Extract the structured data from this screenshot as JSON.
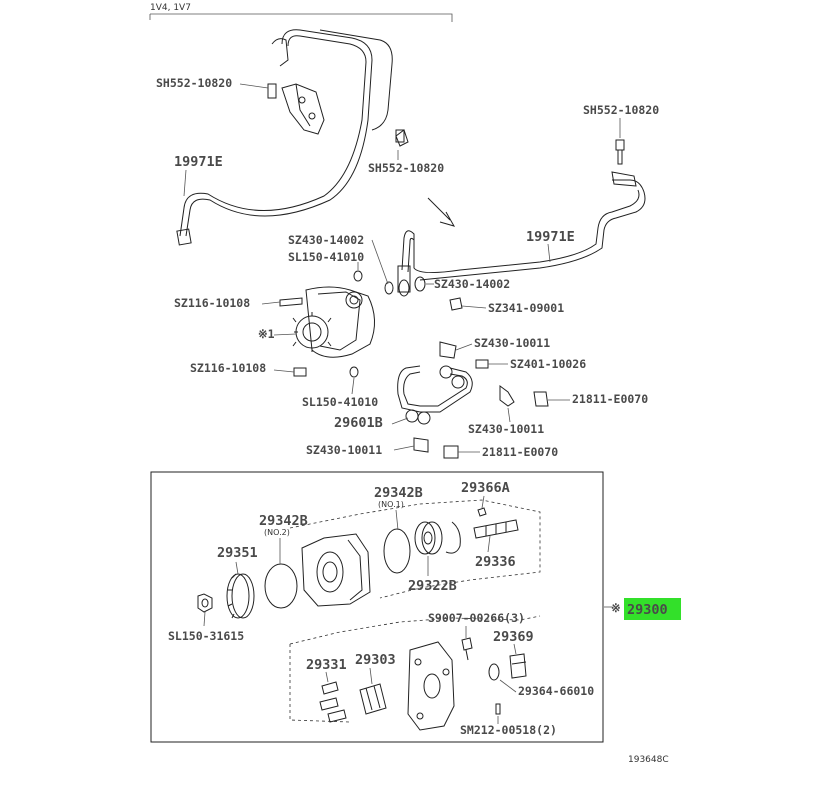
{
  "header": {
    "variant_note": "1V4, 1V7"
  },
  "labels": {
    "sh552_top": "SH552-10820",
    "sh552_mid": "SH552-10820",
    "sh552_right": "SH552-10820",
    "tube_left": "19971E",
    "tube_right": "19971E",
    "sz430_14002_a": "SZ430-14002",
    "sz430_14002_b": "SZ430-14002",
    "sl150_41010_a": "SL150-41010",
    "sl150_41010_b": "SL150-41010",
    "sz341": "SZ341-09001",
    "sz116_a": "SZ116-10108",
    "sz116_b": "SZ116-10108",
    "ref1": "※1",
    "sz430_10011_a": "SZ430-10011",
    "sz430_10011_b": "SZ430-10011",
    "sz430_10011_c": "SZ430-10011",
    "sz401": "SZ401-10026",
    "e0070_a": "21811-E0070",
    "e0070_b": "21811-E0070",
    "hose": "29601B"
  },
  "box": {
    "p29342b_top": "29342B",
    "p29342b_top_note": "(NO.1)",
    "p29366a": "29366A",
    "p29342b_left": "29342B",
    "p29342b_left_note": "(NO.2)",
    "p29351": "29351",
    "p29336": "29336",
    "p29322b": "29322B",
    "sl150_31615": "SL150-31615",
    "s9007": "S9007-00266(3)",
    "p29369": "29369",
    "p29331": "29331",
    "p29303": "29303",
    "p29364": "29364-66010",
    "sm212": "SM212-00518(2)"
  },
  "assembly": {
    "marker": "※",
    "number": "29300"
  },
  "footer": {
    "figure_id": "193648C"
  },
  "colors": {
    "highlight": "#33e02a",
    "ink": "#222222"
  }
}
